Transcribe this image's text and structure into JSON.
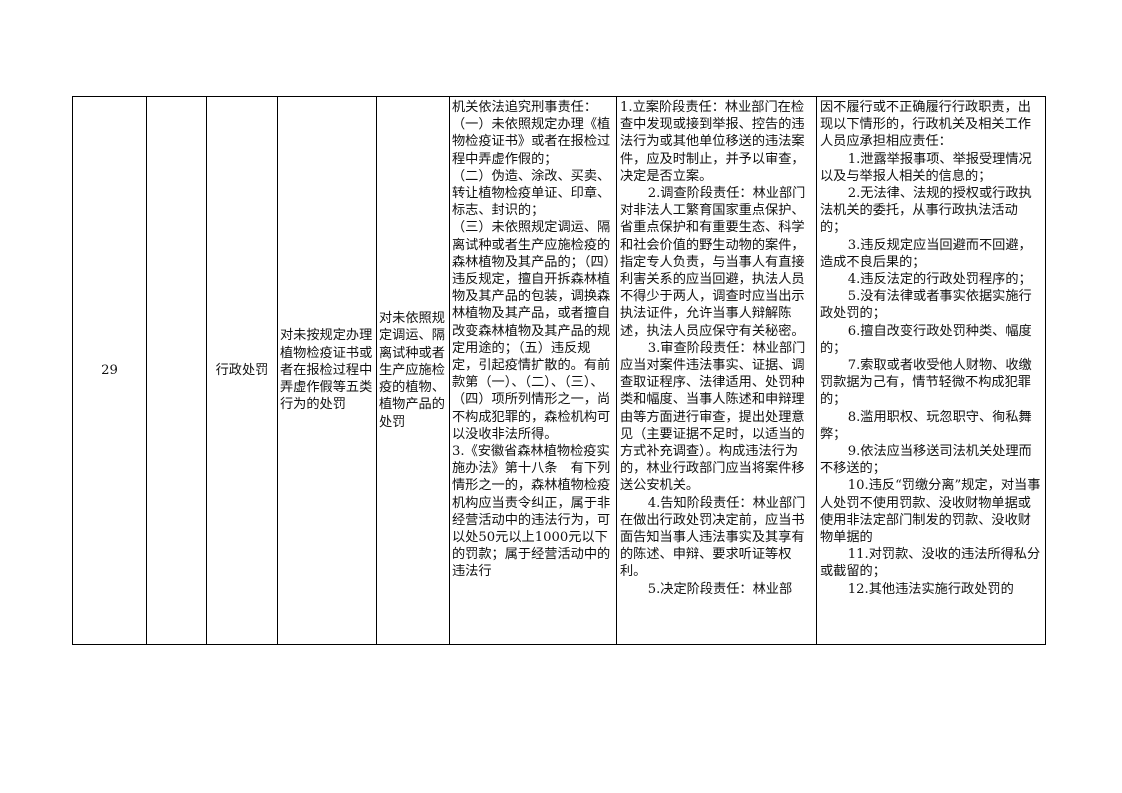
{
  "row": {
    "number": "29",
    "category": "行政处罚",
    "item_name": "对未按规定办理植物检疫证书或者在报检过程中弄虚作假等五类行为的处罚",
    "sub_item": "对未依照规定调运、隔离试种或者生产应施检疫的植物、植物产品的处罚",
    "basis_lines": [
      "机关依法追究刑事责任：",
      "（一）未依照规定办理《植物检疫证书》或者在报检过程中弄虚作假的；",
      "（二）伪造、涂改、买卖、转让植物检疫单证、印章、标志、封识的；",
      "（三）未依照规定调运、隔离试种或者生产应施检疫的森林植物及其产品的；（四）违反规定，擅自开拆森林植物及其产品的包装，调换森林植物及其产品，或者擅自改变森林植物及其产品的规定用途的；（五）违反规定，引起疫情扩散的。有前款第（一）、（二）、（三）、（四）项所列情形之一，尚不构成犯罪的，森检机构可以没收非法所得。",
      "3.《安徽省森林植物检疫实施办法》第十八条　有下列情形之一的，森林植物检疫机构应当责令纠正，属于非经营活动中的违法行为，可以处50元以上1000元以下的罚款；属于经营活动中的违法行"
    ],
    "responsibility_paras": [
      "1.立案阶段责任：林业部门在检查中发现或接到举报、控告的违法行为或其他单位移送的违法案件，应及时制止，并予以审查，决定是否立案。",
      "2.调查阶段责任：林业部门对非法人工繁育国家重点保护、省重点保护和有重要生态、科学和社会价值的野生动物的案件，指定专人负责，与当事人有直接利害关系的应当回避，执法人员不得少于两人，调查时应当出示执法证件，允许当事人辩解陈述，执法人员应保守有关秘密。",
      "3.审查阶段责任：林业部门应当对案件违法事实、证据、调查取证程序、法律适用、处罚种类和幅度、当事人陈述和申辩理由等方面进行审查，提出处理意见（主要证据不足时，以适当的方式补充调查）。构成违法行为的，林业行政部门应当将案件移送公安机关。",
      "4.告知阶段责任：林业部门在做出行政处罚决定前，应当书面告知当事人违法事实及其享有的陈述、申辩、要求听证等权利。",
      "5.决定阶段责任：林业部"
    ],
    "accountability_intro": "因不履行或不正确履行行政职责，出现以下情形的，行政机关及相关工作人员应承担相应责任：",
    "accountability_items": [
      "1.泄露举报事项、举报受理情况以及与举报人相关的信息的；",
      "2.无法律、法规的授权或行政执法机关的委托，从事行政执法活动的；",
      "3.违反规定应当回避而不回避，造成不良后果的；",
      "4.违反法定的行政处罚程序的；",
      "5.没有法律或者事实依据实施行政处罚的；",
      "6.擅自改变行政处罚种类、幅度的；",
      "7.索取或者收受他人财物、收缴罚款据为己有，情节轻微不构成犯罪的；",
      "8.滥用职权、玩忽职守、徇私舞弊；",
      "9.依法应当移送司法机关处理而不移送的；",
      "10.违反“罚缴分离”规定，对当事人处罚不使用罚款、没收财物单据或使用非法定部门制发的罚款、没收财物单据的",
      "11.对罚款、没收的违法所得私分或截留的；",
      "12.其他违法实施行政处罚的"
    ]
  }
}
